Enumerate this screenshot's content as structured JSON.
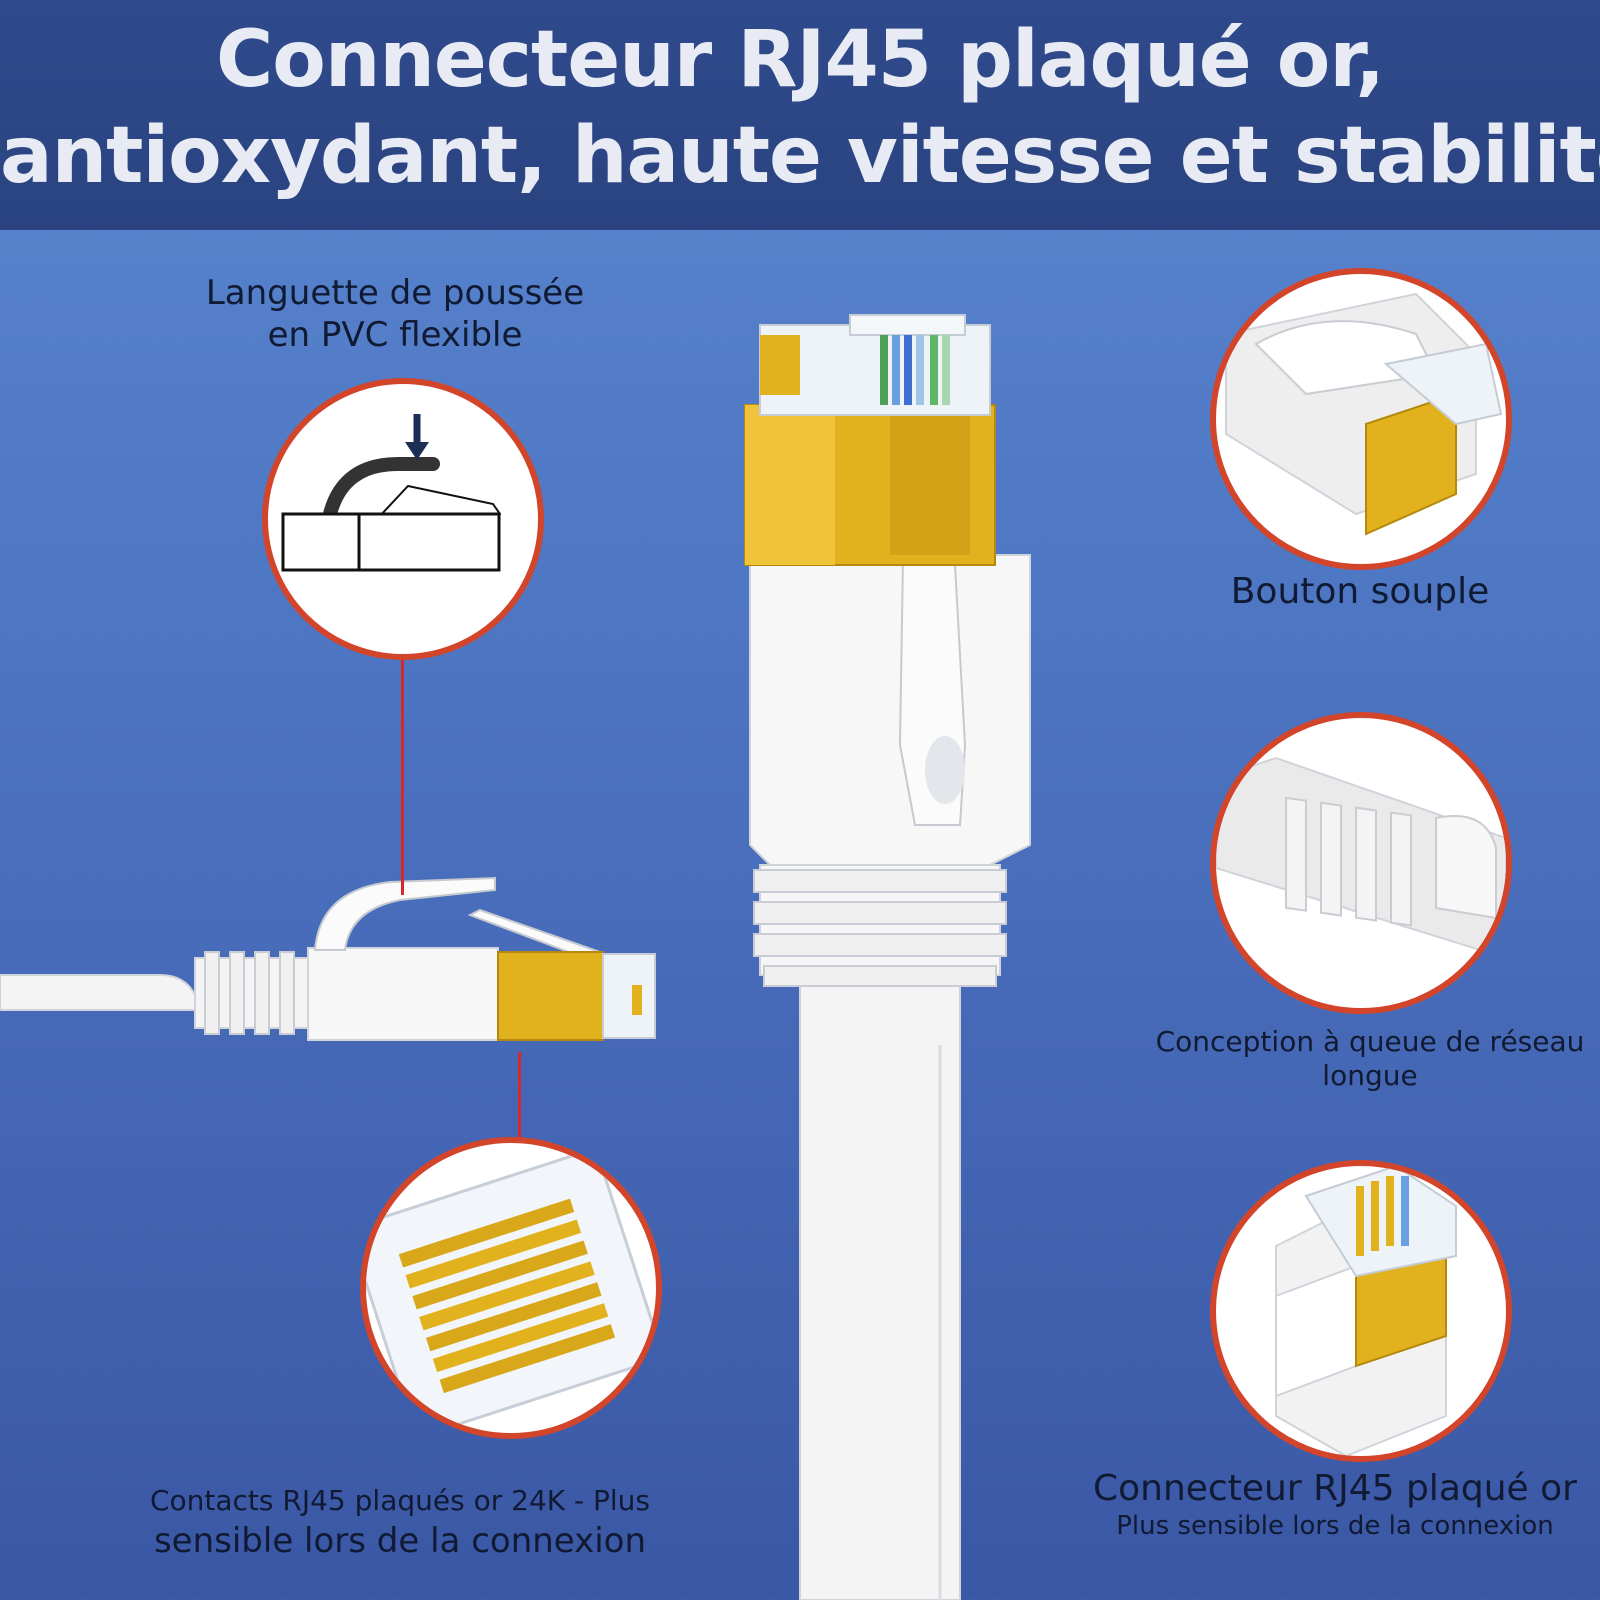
{
  "banner": {
    "line1": "Connecteur RJ45 plaqué or,",
    "line2": "antioxydant, haute vitesse et stabilité"
  },
  "callouts": {
    "push_tab": {
      "line1": "Languette de poussée",
      "line2": "en PVC flexible"
    },
    "soft_button": {
      "label": "Bouton souple"
    },
    "long_tail": {
      "line1": "Conception à queue de réseau",
      "line2": "longue"
    },
    "contacts": {
      "line1": "Contacts RJ45 plaqués or 24K - Plus",
      "line2": "sensible lors de la connexion"
    },
    "gold_connector": {
      "line1": "Connecteur RJ45 plaqué or",
      "line2": "Plus sensible lors de la connexion"
    }
  },
  "colors": {
    "background_top": "#5a86cf",
    "background_bottom": "#3a57a4",
    "banner": "#2f4a8c",
    "banner_text": "#e8ebf3",
    "circle_border": "#d2452a",
    "leader_line": "#d62828",
    "gold": "#e2b21e",
    "cable": "#f4f4f4"
  },
  "icons": [
    "rj45-plug-icon",
    "push-tab-diagram-icon",
    "arrow-down-icon",
    "gold-contacts-icon",
    "strain-relief-icon"
  ]
}
